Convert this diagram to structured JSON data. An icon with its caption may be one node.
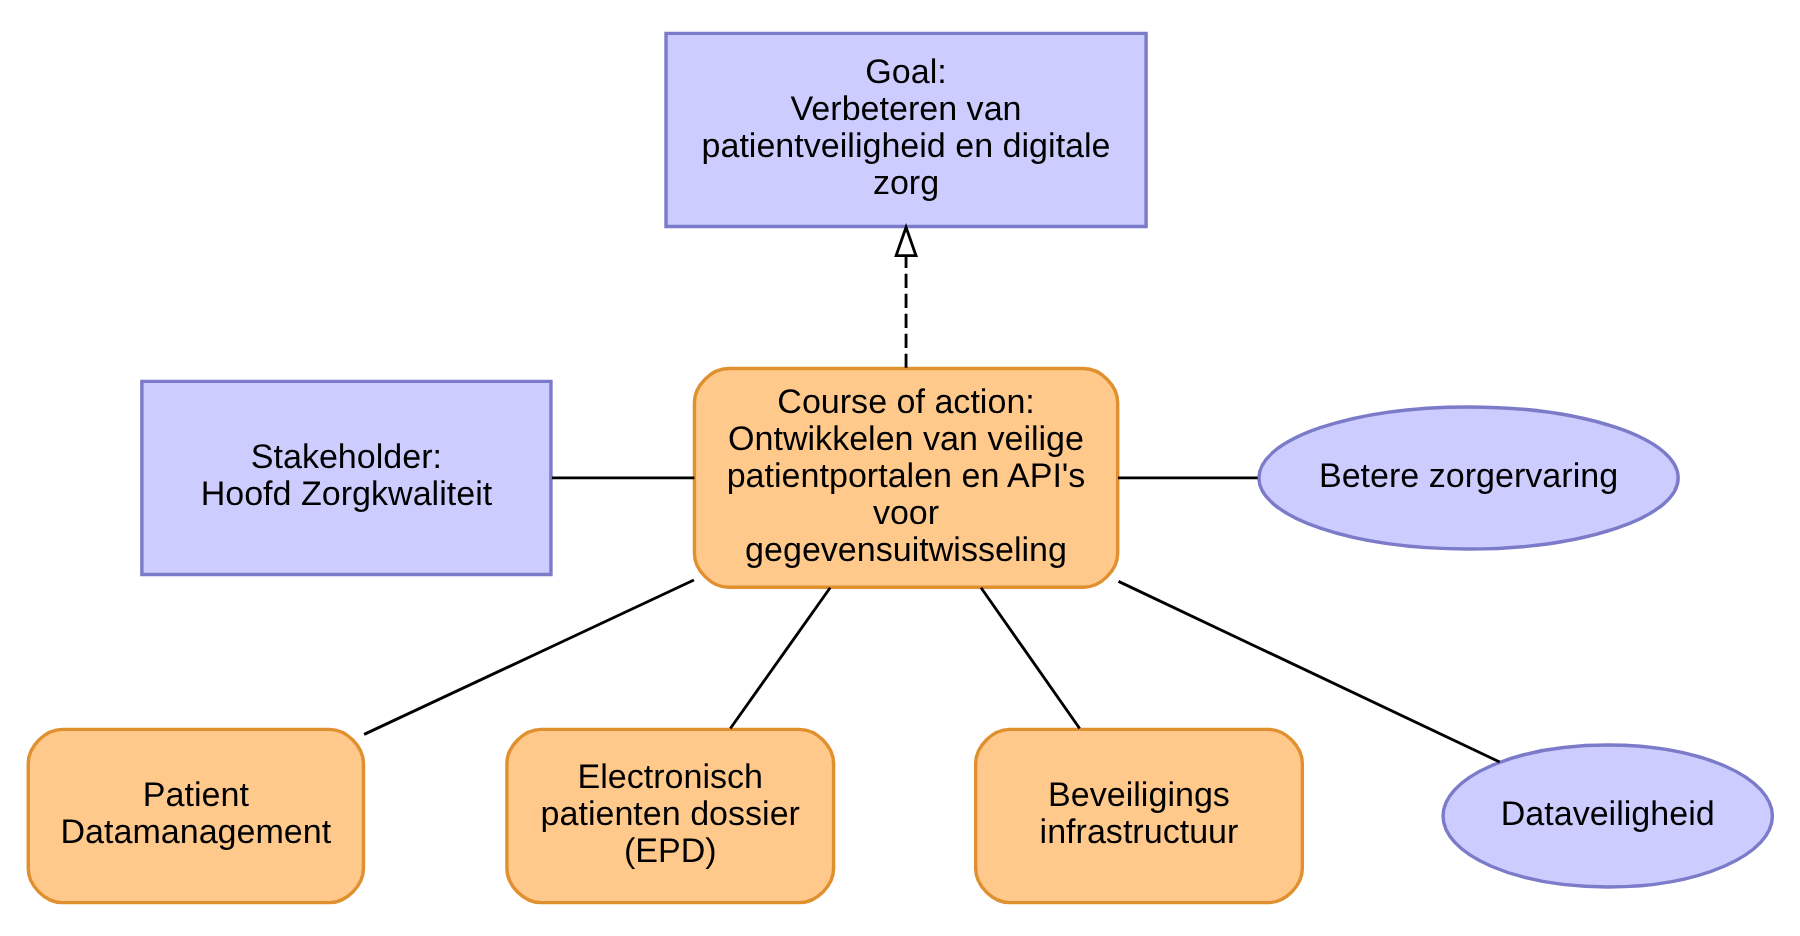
{
  "diagram": {
    "nodes": [
      {
        "text": [
          "Goal:",
          "Verbeteren van patientveiligheid en digitale zorg"
        ]
      },
      {
        "text": [
          "Stakeholder:",
          "Hoofd Zorgkwaliteit"
        ]
      },
      {
        "text": [
          "Course of action:",
          "Ontwikkelen van veilige patientportalen en API's voor gegevensuitwisseling"
        ]
      },
      {
        "text": [
          "Betere zorgervaring"
        ]
      },
      {
        "text": [
          "Dataveiligheid"
        ]
      },
      {
        "text": [
          "Patient Datamanagement"
        ]
      },
      {
        "text": [
          "Electronisch patienten dossier (EPD)"
        ]
      },
      {
        "text": [
          "Beveiligings infrastructuur"
        ]
      }
    ],
    "edges": [
      {
        "from": 2,
        "to": 0,
        "arrow": "to",
        "style": "dashed"
      },
      {
        "from": 1,
        "to": 2,
        "arrow": "none"
      },
      {
        "from": 2,
        "to": 3,
        "arrow": "none"
      },
      {
        "from": 2,
        "to": 5,
        "arrow": "none"
      },
      {
        "from": 2,
        "to": 6,
        "arrow": "none"
      },
      {
        "from": 2,
        "to": 7,
        "arrow": "none"
      },
      {
        "from": 2,
        "to": 4,
        "arrow": "none"
      }
    ]
  }
}
